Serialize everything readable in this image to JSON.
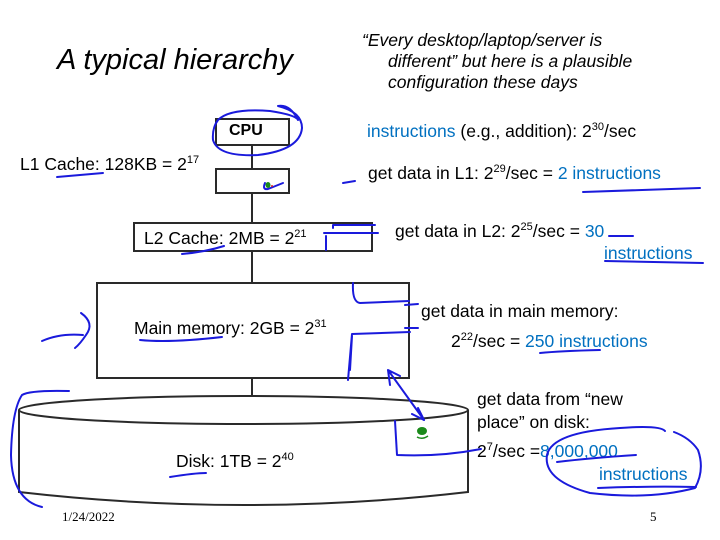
{
  "slide": {
    "title": "A typical hierarchy",
    "quote_lines": [
      "“Every desktop/laptop/server is",
      "different” but here is a plausible",
      "configuration these days"
    ],
    "date": "1/24/2022",
    "page_number": "5"
  },
  "hierarchy": {
    "cpu": {
      "label": "CPU"
    },
    "l1": {
      "label": "L1 Cache: 128KB = 2",
      "exp": "17"
    },
    "l2": {
      "label": "L2 Cache: 2MB = 2",
      "exp": "21"
    },
    "main": {
      "label": "Main memory: 2GB = 2",
      "exp": "31"
    },
    "disk": {
      "label": "Disk: 1TB = 2",
      "exp": "40"
    }
  },
  "rates": {
    "instr": {
      "word": "instructions",
      "rest": " (e.g., addition): 2",
      "exp": "30",
      "unit": "/sec"
    },
    "l1": {
      "prefix": "get data in L1: 2",
      "exp": "29",
      "unit": "/sec = ",
      "value": "2 instructions"
    },
    "l2": {
      "prefix": "get data in L2: 2",
      "exp": "25",
      "unit": "/sec = ",
      "value": "30",
      "value2": "instructions"
    },
    "main": {
      "line1": "get data in main memory:",
      "prefix": "2",
      "exp": "22",
      "unit": "/sec = ",
      "value": "250 instructions"
    },
    "disk": {
      "line1": "get data from “new",
      "line2": "place” on disk:",
      "prefix": "2",
      "exp": "7",
      "unit": "/sec =",
      "value": "8,000,000",
      "value2": "instructions"
    }
  },
  "colors": {
    "accent": "#0070c0",
    "ink": "#1a1adc",
    "dot": "#1a8a1a"
  }
}
